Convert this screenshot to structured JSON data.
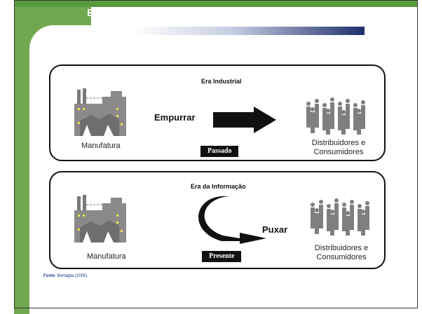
{
  "slide": {
    "title": "Evolução da CS"
  },
  "panels": [
    {
      "era": "Era Industrial",
      "factory_label": "Manufatura",
      "verb": "Empurrar",
      "tag": "Passado",
      "customers_line1": "Distribuidores e",
      "customers_line2": "Consumidores"
    },
    {
      "era": "Era da Informação",
      "factory_label": "Manufatura",
      "verb": "Puxar",
      "tag": "Presente",
      "customers_line1": "Distribuidores e",
      "customers_line2": "Consumidores"
    }
  ],
  "source": {
    "prefix": "Fonte",
    "text": ": Bertaglia (2005)"
  },
  "colors": {
    "accent_green": "#6fa84e",
    "title_band_dark": "#1f2f6a",
    "factory_gray": "#8a8a8a",
    "people_gray": "#7f7f7f",
    "window_yellow": "#f3e54a"
  }
}
